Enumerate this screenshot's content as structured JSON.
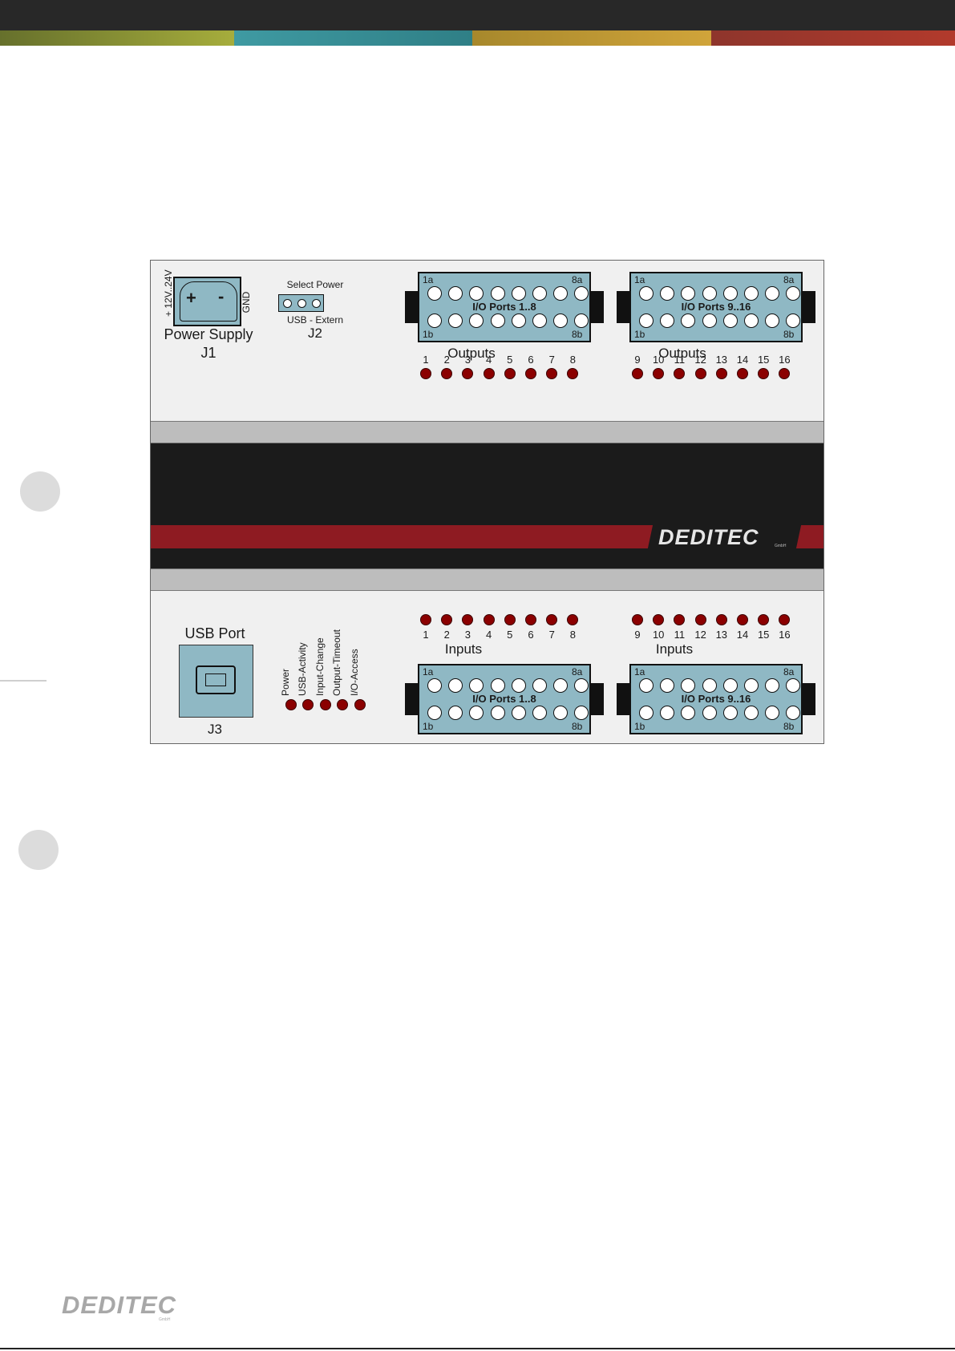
{
  "page": {
    "brand_logo_alt": "DEDITEC",
    "header_band_colors": [
      "#7f8a2f",
      "#3a9aa0",
      "#b0902c",
      "#a23a2a"
    ]
  },
  "module": {
    "power_supply": {
      "voltage_label": "+ 12V..24V",
      "gnd_label": "GND",
      "plus": "+",
      "minus": "-",
      "title": "Power Supply",
      "designator": "J1"
    },
    "select_power": {
      "title": "Select Power",
      "options_label": "USB - Extern",
      "designator": "J2"
    },
    "usb": {
      "title": "USB Port",
      "designator": "J3"
    },
    "status_leds": [
      "Power",
      "USB-Activity",
      "Input-Change",
      "Output-Timeout",
      "I/O-Access"
    ],
    "brand": "DEDITEC",
    "brand_sub": "GmbH",
    "connectors": {
      "top_left": {
        "title": "I/O Ports 1..8",
        "pin_1a": "1a",
        "pin_8a": "8a",
        "pin_1b": "1b",
        "pin_8b": "8b"
      },
      "top_right": {
        "title": "I/O Ports 9..16",
        "pin_1a": "1a",
        "pin_8a": "8a",
        "pin_1b": "1b",
        "pin_8b": "8b"
      },
      "bottom_left": {
        "title": "I/O Ports 1..8",
        "pin_1a": "1a",
        "pin_8a": "8a",
        "pin_1b": "1b",
        "pin_8b": "8b"
      },
      "bottom_right": {
        "title": "I/O Ports 9..16",
        "pin_1a": "1a",
        "pin_8a": "8a",
        "pin_1b": "1b",
        "pin_8b": "8b"
      }
    },
    "outputs_left": {
      "label": "Outputs",
      "numbers": [
        "1",
        "2",
        "3",
        "4",
        "5",
        "6",
        "7",
        "8"
      ]
    },
    "outputs_right": {
      "label": "Outputs",
      "numbers": [
        "9",
        "10",
        "11",
        "12",
        "13",
        "14",
        "15",
        "16"
      ]
    },
    "inputs_left": {
      "label": "Inputs",
      "numbers": [
        "1",
        "2",
        "3",
        "4",
        "5",
        "6",
        "7",
        "8"
      ]
    },
    "inputs_right": {
      "label": "Inputs",
      "numbers": [
        "9",
        "10",
        "11",
        "12",
        "13",
        "14",
        "15",
        "16"
      ]
    },
    "colors": {
      "connector": "#8fb8c4",
      "led": "#8b0000",
      "brand_stripe": "#8e1b22"
    }
  }
}
